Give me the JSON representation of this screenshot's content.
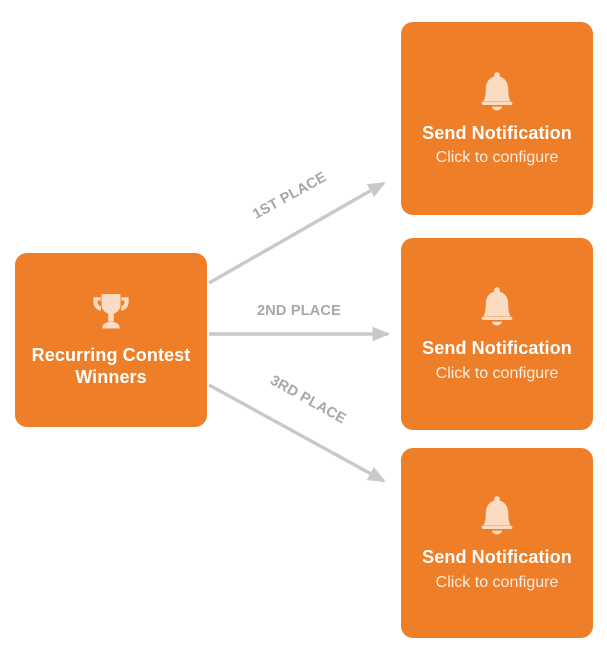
{
  "canvas": {
    "background": "#ffffff",
    "accent": "#ef7e28",
    "connector_color": "#c9c9c9",
    "label_color": "#a7a7a7"
  },
  "trigger": {
    "icon": "trophy-icon",
    "title": "Recurring Contest Winners"
  },
  "edges": [
    {
      "label": "1ST PLACE"
    },
    {
      "label": "2ND PLACE"
    },
    {
      "label": "3RD PLACE"
    }
  ],
  "actions": [
    {
      "icon": "bell-icon",
      "title": "Send Notification",
      "subtitle": "Click to configure"
    },
    {
      "icon": "bell-icon",
      "title": "Send Notification",
      "subtitle": "Click to configure"
    },
    {
      "icon": "bell-icon",
      "title": "Send Notification",
      "subtitle": "Click to configure"
    }
  ]
}
